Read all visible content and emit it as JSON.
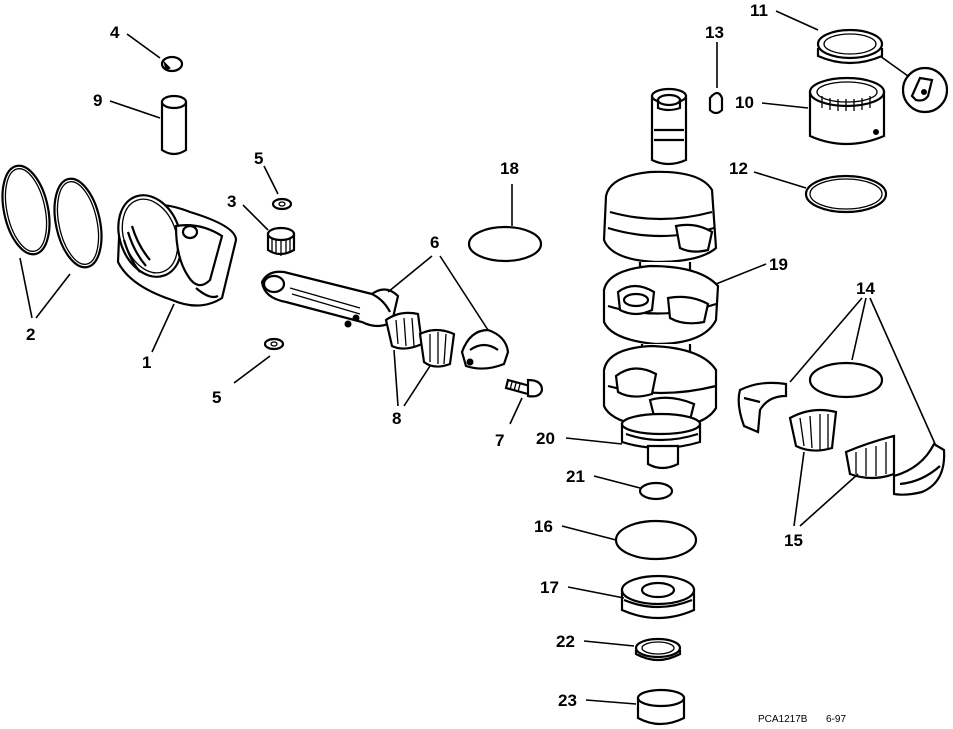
{
  "labels": {
    "n1": "1",
    "n2": "2",
    "n3": "3",
    "n4": "4",
    "n5a": "5",
    "n5b": "5",
    "n6": "6",
    "n7": "7",
    "n8": "8",
    "n9": "9",
    "n10": "10",
    "n11": "11",
    "n12": "12",
    "n13": "13",
    "n14": "14",
    "n15": "15",
    "n16": "16",
    "n17": "17",
    "n18": "18",
    "n19": "19",
    "n20": "20",
    "n21": "21",
    "n22": "22",
    "n23": "23"
  },
  "footer": {
    "code": "PCA1217B",
    "date": "6-97"
  }
}
